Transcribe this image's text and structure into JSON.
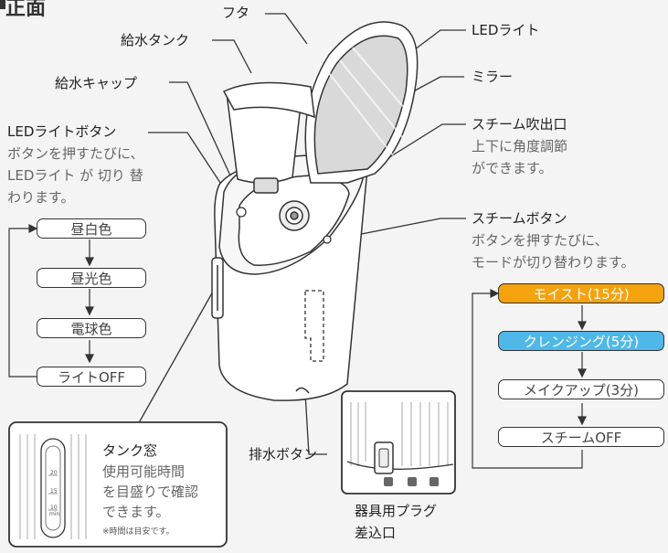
{
  "section": {
    "title": "正面"
  },
  "callouts": {
    "lid": "フタ",
    "water_tank": "給水タンク",
    "water_cap": "給水キャップ",
    "led_light": "LEDライト",
    "mirror": "ミラー",
    "led_button": "LEDライトボタン",
    "led_button_desc": [
      "ボタンを押すたびに、",
      "LEDライト が 切り 替",
      "わります。"
    ],
    "steam_outlet": "スチーム吹出口",
    "steam_outlet_desc": [
      "上下に角度調節",
      "ができます。"
    ],
    "steam_button": "スチームボタン",
    "steam_button_desc": [
      "ボタンを押すたびに、",
      "モードが切り替わります。"
    ],
    "drain_button": "排水ボタン",
    "plug_inlet": [
      "器具用プラグ",
      "差込口"
    ]
  },
  "light_cycle": [
    "昼白色",
    "昼光色",
    "電球色",
    "ライトOFF"
  ],
  "steam_cycle": [
    {
      "label": "モイスト(15分)",
      "style": "orange"
    },
    {
      "label": "クレンジング(5分)",
      "style": "blue"
    },
    {
      "label": "メイクアップ(3分)",
      "style": "plain"
    },
    {
      "label": "スチームOFF",
      "style": "plain"
    }
  ],
  "tank_window": {
    "title": "タンク窓",
    "desc": [
      "使用可能時間",
      "を目盛りで確認",
      "できます。"
    ],
    "note": "※時間は目安です。",
    "scale": [
      "20",
      "15",
      "10",
      "min"
    ]
  },
  "colors": {
    "orange": "#f5a20f",
    "blue": "#4fb8e8",
    "line": "#333333"
  }
}
